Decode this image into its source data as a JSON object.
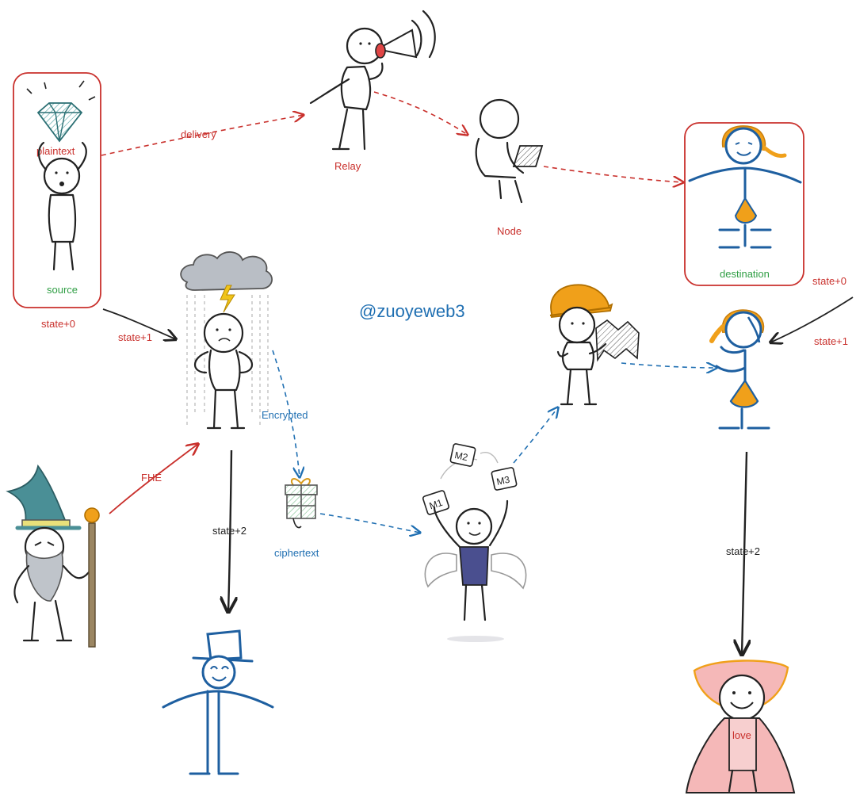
{
  "labels": {
    "plaintext": "plaintext",
    "source": "source",
    "state_left": "state+0",
    "state_plus1_left": "state+1",
    "delivery": "delivery",
    "relay": "Relay",
    "node": "Node",
    "destination": "destination",
    "state_right_0": "state+0",
    "state_right_1": "state+1",
    "watermark": "@zuoyeweb3",
    "encrypted": "Encrypted",
    "ciphertext": "ciphertext",
    "fhe": "FHE",
    "state_plus2_left": "state+2",
    "state_plus2_right": "state+2",
    "love": "love",
    "m1": "M1",
    "m2": "M2",
    "m3": "M3"
  },
  "colors": {
    "red": "#c9302c",
    "green": "#2f9e44",
    "blue": "#1f6fb2",
    "dark": "#222222",
    "orange": "#f0a01a",
    "pink": "#f5b8b8",
    "purple": "#4a4f8f",
    "wizard_hat": "#4a8f96",
    "staff": "#9b8662"
  }
}
